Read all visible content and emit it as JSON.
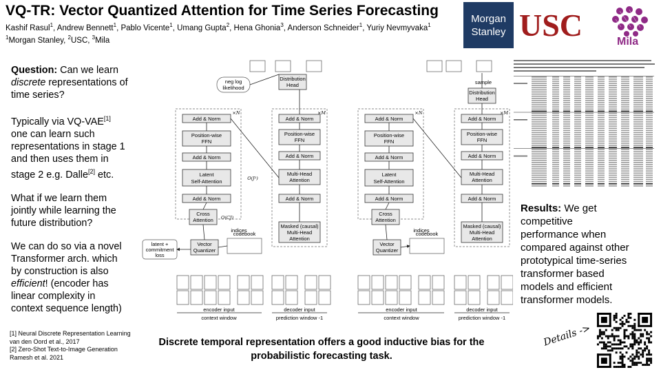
{
  "title": "VQ-TR: Vector Quantized Attention for Time Series Forecasting",
  "authors_line1": [
    {
      "name": "Kashif Rasul",
      "sup": "1"
    },
    {
      "name": "Andrew Bennett",
      "sup": "1"
    },
    {
      "name": "Pablo Vicente",
      "sup": "1"
    },
    {
      "name": "Umang Gupta",
      "sup": "2"
    },
    {
      "name": "Hena Ghonia",
      "sup": "3"
    },
    {
      "name": "Anderson Schneider",
      "sup": "1"
    },
    {
      "name": "Yuriy Nevmyvaka",
      "sup": "1"
    }
  ],
  "affiliations": [
    {
      "sup": "1",
      "name": "Morgan Stanley"
    },
    {
      "sup": "2",
      "name": "USC"
    },
    {
      "sup": "3",
      "name": "Mila"
    }
  ],
  "logos": {
    "morgan_stanley_line1": "Morgan",
    "morgan_stanley_line2": "Stanley",
    "usc": "USC",
    "mila": "Mila",
    "ms_color": "#1f3b64",
    "usc_color": "#a01d1d",
    "mila_color": "#8f2a86"
  },
  "question": {
    "label": "Question:",
    "p1_a": "Can we learn",
    "p1_em": "discrete",
    "p1_b": "representations of time series?",
    "p2_a": "Typically via VQ-VAE",
    "p2_sup1": "[1]",
    "p2_b": "one can learn such representations in stage 1 and then uses them in stage 2 e.g. Dalle",
    "p2_sup2": "[2]",
    "p2_c": "etc.",
    "p3": "What if we learn them jointly while learning the future distribution?",
    "p4_a": "We can do so via a novel Transformer arch. which by construction is also",
    "p4_em": "efficient",
    "p4_b": "! (encoder has linear complexity in context sequence length)"
  },
  "references": [
    "[1] Neural Discrete Representation Learning van den Oord et al., 2017",
    "[2] Zero-Shot Text-to-Image Generation Ramesh et al. 2021"
  ],
  "bottom_note": "Discrete temporal representation offers a good inductive bias for the probabilistic forecasting task.",
  "results": {
    "label": "Results:",
    "text": "We get competitive performance when compared against other prototypical time-series transformer based models and efficient transformer models."
  },
  "details_label": "Details ->",
  "diagram": {
    "add_norm": "Add & Norm",
    "ffn_l1": "Position-wise",
    "ffn_l2": "FFN",
    "latent_l1": "Latent",
    "latent_l2": "Self-Attention",
    "cross_l1": "Cross",
    "cross_l2": "Attention",
    "vq_l1": "Vector",
    "vq_l2": "Quantizer",
    "mha_l1": "Multi-Head",
    "mha_l2": "Attention",
    "masked_l1": "Masked (causal)",
    "masked_l2": "Multi-Head",
    "masked_l3": "Attention",
    "dist_l1": "Distribution",
    "dist_l2": "Head",
    "neglog_l1": "neg log",
    "neglog_l2": "likelihood",
    "loss_l1": "latent +",
    "loss_l2": "commitment",
    "loss_l3": "loss",
    "codebook": "codebook",
    "indices": "indices",
    "sample": "sample",
    "complexity_j2": "O(J²)",
    "complexity_cj": "O(CJ)",
    "times_n": "×N",
    "times_m": "×M",
    "encoder_input": "encoder input",
    "context_window": "context window",
    "decoder_input": "decoder input",
    "prediction_window": "prediction window -1"
  }
}
